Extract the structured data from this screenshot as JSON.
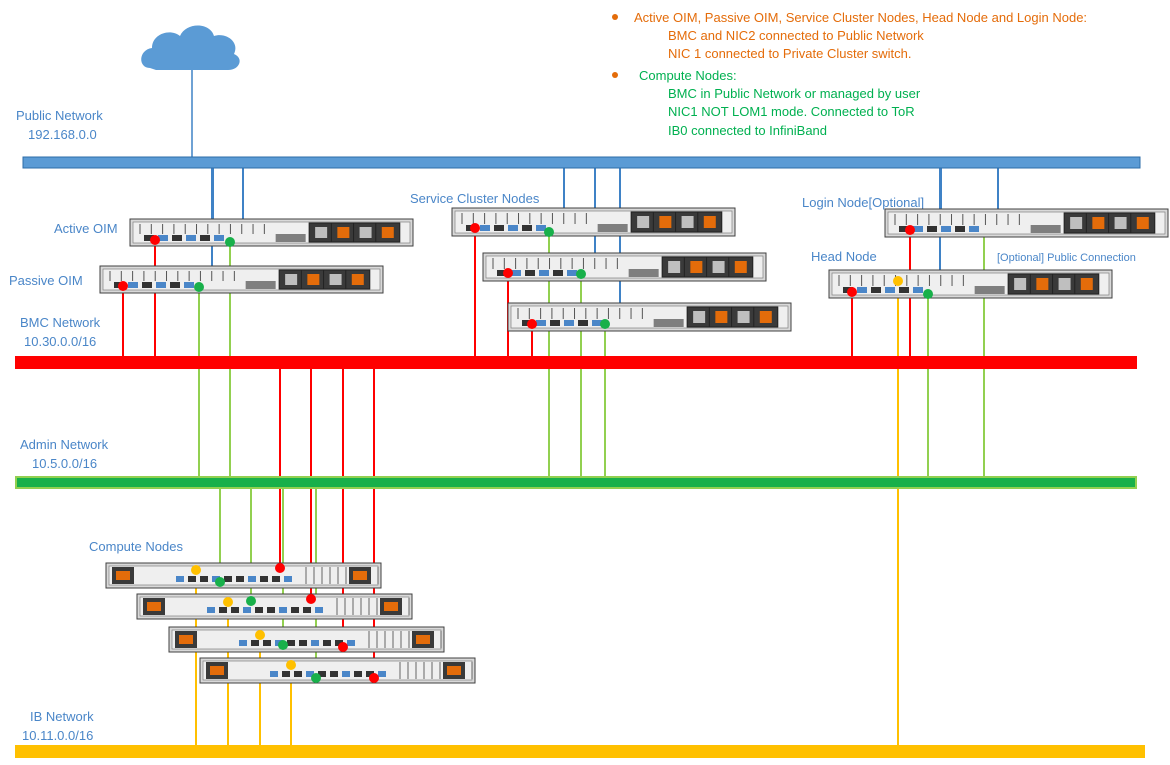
{
  "notes": {
    "bullet1": "Active OIM, Passive OIM, Service Cluster Nodes, Head Node and Login Node:",
    "bullet1_lines": [
      "BMC and NIC2 connected to Public Network",
      "NIC 1 connected to Private Cluster switch."
    ],
    "bullet2": "Compute Nodes:",
    "bullet2_lines": [
      "BMC in Public Network or managed by user",
      "NIC1 NOT LOM1 mode. Connected to ToR",
      "IB0 connected to InfiniBand"
    ]
  },
  "networks": {
    "public": {
      "name": "Public Network",
      "subnet": "192.168.0.0"
    },
    "bmc": {
      "name": "BMC Network",
      "subnet": "10.30.0.0/16"
    },
    "admin": {
      "name": "Admin Network",
      "subnet": "10.5.0.0/16"
    },
    "ib": {
      "name": "IB Network",
      "subnet": "10.11.0.0/16"
    }
  },
  "nodes": {
    "active_oim": "Active OIM",
    "passive_oim": "Passive OIM",
    "service_cluster": "Service Cluster Nodes",
    "login": "Login Node[Optional]",
    "head": "Head Node",
    "optional_public": "[Optional] Public Connection",
    "compute": "Compute Nodes"
  },
  "colors": {
    "public": "#3f82c6",
    "bmc": "#ff0000",
    "admin": "#18b04a",
    "admin_link": "#92d050",
    "ib": "#ffc000",
    "label_blue": "#4a86c8",
    "note_orange": "#e46c0a",
    "note_green": "#00b050"
  }
}
